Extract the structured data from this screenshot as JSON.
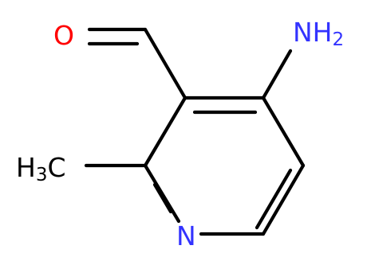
{
  "molecule": {
    "atoms": {
      "oxygen": {
        "symbol": "O",
        "color": "#ff0000"
      },
      "amine": {
        "symbol": "NH",
        "subscript": "2",
        "color": "#3333ff"
      },
      "ring_nitrogen": {
        "symbol": "N",
        "color": "#3333ff"
      },
      "methyl": {
        "symbol": "H",
        "subscript": "3",
        "symbol_suffix": "C",
        "color": "#000000"
      }
    },
    "bond_color": "#000000"
  }
}
